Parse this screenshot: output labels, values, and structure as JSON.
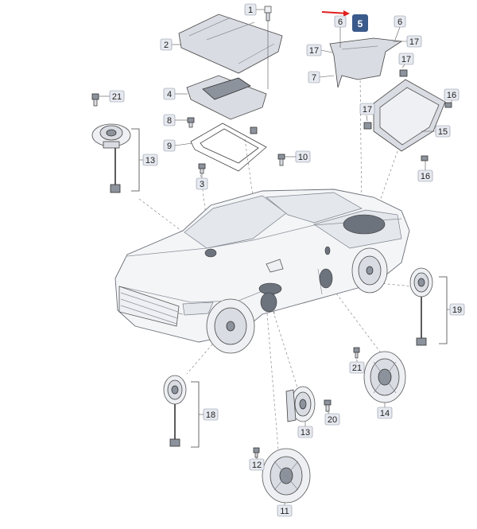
{
  "highlight": {
    "label": "5",
    "color": "#3b5a8c",
    "arrow_color": "#e02020"
  },
  "callouts": {
    "c1": "1",
    "c2": "2",
    "c3": "3",
    "c4": "4",
    "c6a": "6",
    "c6b": "6",
    "c7": "7",
    "c8": "8",
    "c9": "9",
    "c10": "10",
    "c11": "11",
    "c12": "12",
    "c13a": "13",
    "c13b": "13",
    "c14": "14",
    "c15": "15",
    "c16a": "16",
    "c16b": "16",
    "c17a": "17",
    "c17b": "17",
    "c17c": "17",
    "c17d": "17",
    "c18": "18",
    "c19": "19",
    "c20": "20",
    "c21a": "21",
    "c21b": "21"
  }
}
